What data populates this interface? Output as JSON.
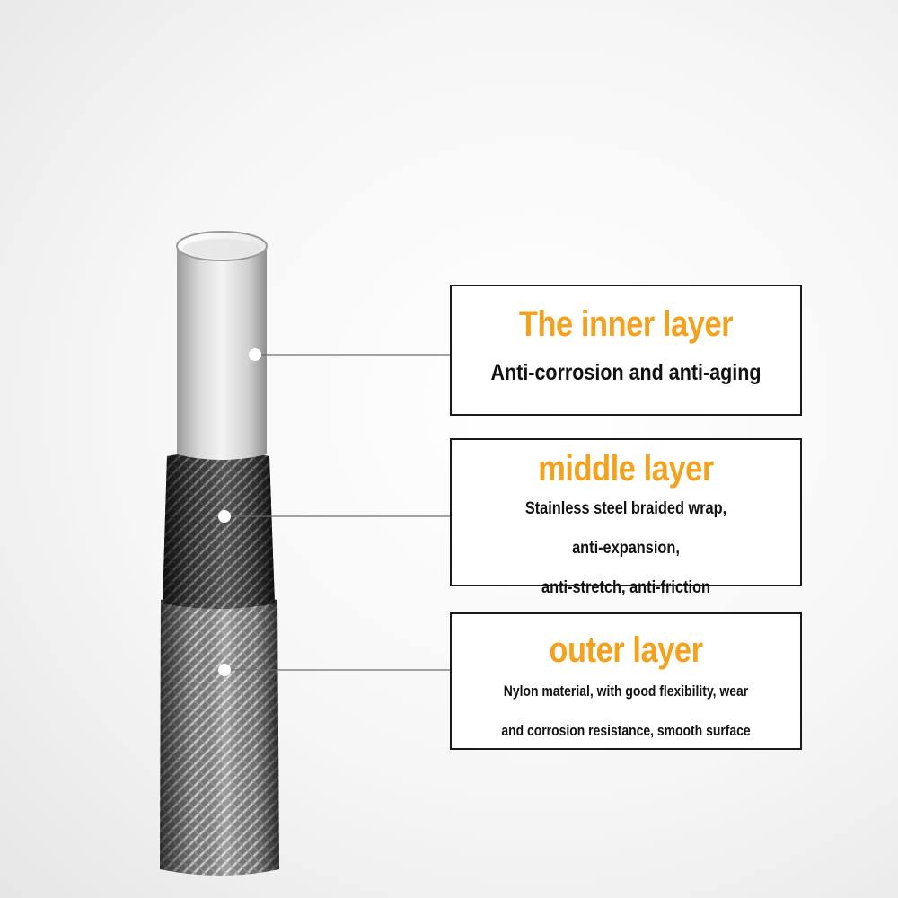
{
  "colors": {
    "title_orange": "#f4a21e",
    "text_dark": "#111111",
    "border": "#1a1a1a"
  },
  "layers": [
    {
      "title": "The inner layer",
      "description_lines": [
        "Anti-corrosion and anti-aging"
      ]
    },
    {
      "title": "middle layer",
      "description_lines": [
        "Stainless steel braided wrap,",
        "anti-expansion,",
        "anti-stretch, anti-friction"
      ]
    },
    {
      "title": "outer layer",
      "description_lines": [
        "Nylon material, with good flexibility, wear",
        "and corrosion resistance, smooth surface"
      ]
    }
  ]
}
